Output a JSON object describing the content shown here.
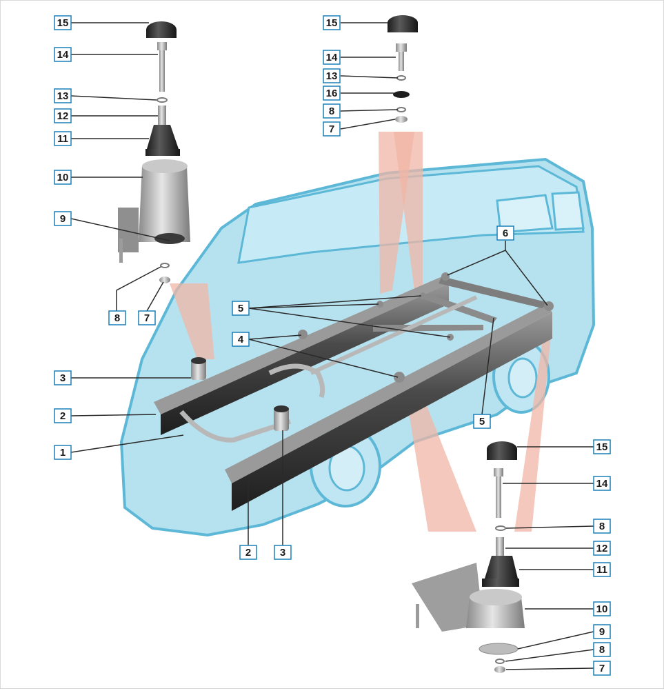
{
  "colors": {
    "van_fill": "#a9dcec",
    "van_stroke": "#5cb8d6",
    "beam": "#f0b6a6",
    "frame": "#555555",
    "label_box": "#1b7fb8",
    "leader": "#2a2a2a"
  },
  "callouts": [
    {
      "text": "15"
    },
    {
      "text": "14"
    },
    {
      "text": "13"
    },
    {
      "text": "12"
    },
    {
      "text": "11"
    },
    {
      "text": "10"
    },
    {
      "text": "9"
    },
    {
      "text": "8"
    },
    {
      "text": "7"
    },
    {
      "text": "15"
    },
    {
      "text": "14"
    },
    {
      "text": "13"
    },
    {
      "text": "16"
    },
    {
      "text": "8"
    },
    {
      "text": "7"
    },
    {
      "text": "6"
    },
    {
      "text": "5"
    },
    {
      "text": "4"
    },
    {
      "text": "3"
    },
    {
      "text": "2"
    },
    {
      "text": "1"
    },
    {
      "text": "2"
    },
    {
      "text": "3"
    },
    {
      "text": "5"
    },
    {
      "text": "15"
    },
    {
      "text": "14"
    },
    {
      "text": "8"
    },
    {
      "text": "12"
    },
    {
      "text": "11"
    },
    {
      "text": "10"
    },
    {
      "text": "9"
    },
    {
      "text": "8"
    },
    {
      "text": "7"
    }
  ]
}
